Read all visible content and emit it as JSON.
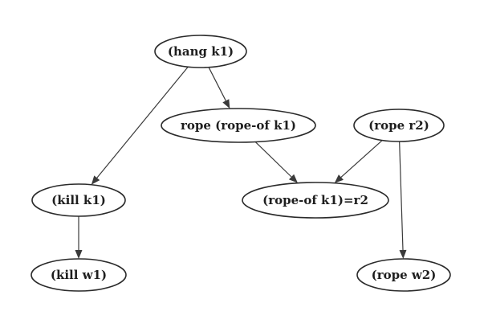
{
  "diagram": {
    "nodes": [
      {
        "id": "hang",
        "label": "(hang k1)"
      },
      {
        "id": "rope_of",
        "label": "rope (rope-of k1)"
      },
      {
        "id": "rope_r2",
        "label": "(rope r2)"
      },
      {
        "id": "kill_k1",
        "label": "(kill k1)"
      },
      {
        "id": "eq",
        "label": "(rope-of k1)=r2"
      },
      {
        "id": "kill_w1",
        "label": "(kill w1)"
      },
      {
        "id": "rope_w2",
        "label": "(rope w2)"
      }
    ],
    "edges": [
      {
        "from": "hang",
        "to": "rope_of"
      },
      {
        "from": "hang",
        "to": "kill_k1"
      },
      {
        "from": "rope_of",
        "to": "eq"
      },
      {
        "from": "rope_r2",
        "to": "eq"
      },
      {
        "from": "rope_r2",
        "to": "rope_w2"
      },
      {
        "from": "kill_k1",
        "to": "kill_w1"
      }
    ]
  }
}
